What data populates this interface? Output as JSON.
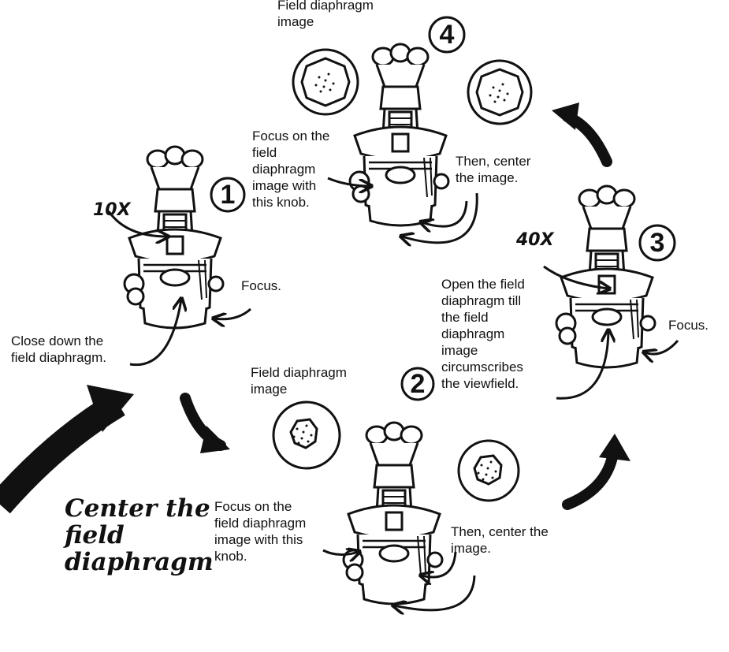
{
  "title": {
    "line1": "Center the",
    "line2": "field",
    "line3": "diaphragm"
  },
  "steps": [
    {
      "number": "1",
      "magnification": "10X"
    },
    {
      "number": "2"
    },
    {
      "number": "3",
      "magnification": "40X"
    },
    {
      "number": "4"
    }
  ],
  "labels": {
    "field_image_top_1": "Field diaphragm",
    "field_image_top_2": "image",
    "step1_focus_1": "Focus on the",
    "step1_focus_2": "field",
    "step1_focus_3": "diaphragm",
    "step1_focus_4": "image with",
    "step1_focus_5": "this knob.",
    "then_center_top_1": "Then, center",
    "then_center_top_2": "the image.",
    "focus_left": "Focus.",
    "close_down_1": "Close down the",
    "close_down_2": "field diaphragm.",
    "field_image_mid_1": "Field diaphragm",
    "field_image_mid_2": "image",
    "open_1": "Open the field",
    "open_2": "diaphragm till",
    "open_3": "the field",
    "open_4": "diaphragm",
    "open_5": "image",
    "open_6": "circumscribes",
    "open_7": "the viewfield.",
    "focus_right": "Focus.",
    "step2_focus_1": "Focus on the",
    "step2_focus_2": "field diaphragm",
    "step2_focus_3": "image with this",
    "step2_focus_4": "knob.",
    "then_center_bottom_1": "Then, center the",
    "then_center_bottom_2": "image."
  }
}
